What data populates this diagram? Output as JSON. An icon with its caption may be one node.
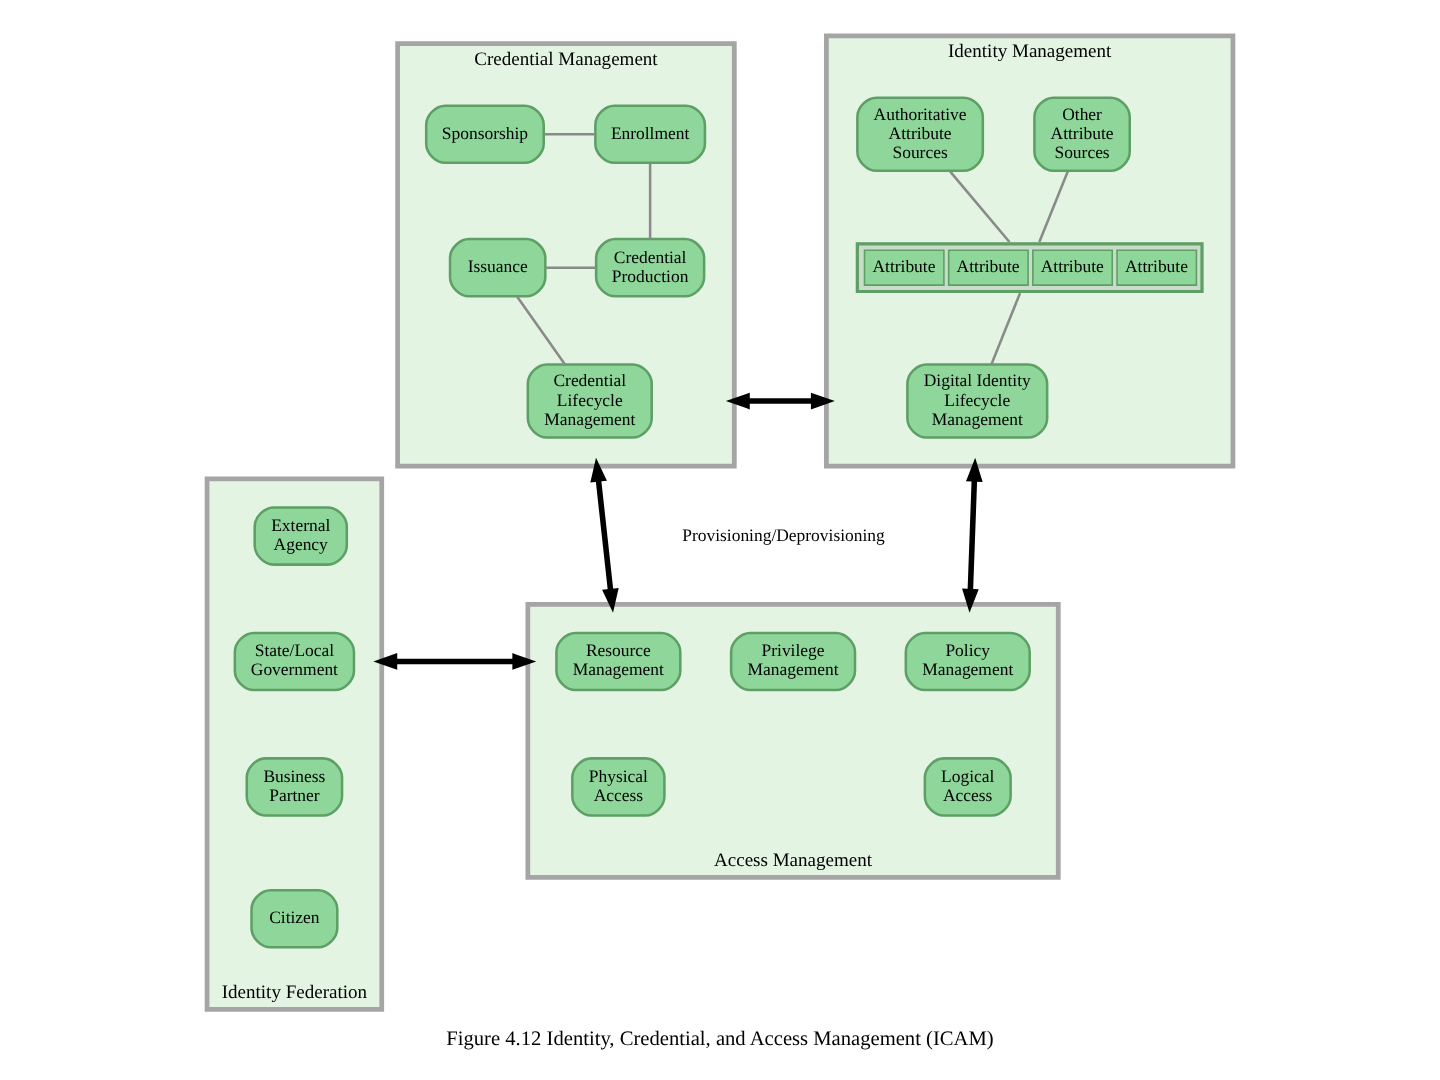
{
  "diagram": {
    "caption": "Figure 4.12 Identity, Credential, and Access Management (ICAM)",
    "nodes": [
      {
        "text": [
          "Credential Management"
        ]
      },
      {
        "text": [
          "Sponsorship"
        ],
        "in": 0
      },
      {
        "text": [
          "Enrollment"
        ],
        "in": 0
      },
      {
        "text": [
          "Issuance"
        ],
        "in": 0
      },
      {
        "text": [
          "Credential Production"
        ],
        "in": 0
      },
      {
        "text": [
          "Credential Lifecycle Management"
        ],
        "in": 0
      },
      {
        "text": [
          "Identity Management"
        ]
      },
      {
        "text": [
          "Authoritative Attribute Sources"
        ],
        "in": 6
      },
      {
        "text": [
          "Other Attribute Sources"
        ],
        "in": 6
      },
      {
        "text": [
          "Attribute",
          "Attribute",
          "Attribute",
          "Attribute"
        ],
        "in": 6
      },
      {
        "text": [
          "Digital Identity Lifecycle Management"
        ],
        "in": 6
      },
      {
        "text": [
          "Identity Federation"
        ]
      },
      {
        "text": [
          "External Agency"
        ],
        "in": 11
      },
      {
        "text": [
          "State/Local Government"
        ],
        "in": 11
      },
      {
        "text": [
          "Business Partner"
        ],
        "in": 11
      },
      {
        "text": [
          "Citizen"
        ],
        "in": 11
      },
      {
        "text": [
          "Access Management"
        ]
      },
      {
        "text": [
          "Resource Management"
        ],
        "in": 16
      },
      {
        "text": [
          "Privilege Management"
        ],
        "in": 16
      },
      {
        "text": [
          "Policy Management"
        ],
        "in": 16
      },
      {
        "text": [
          "Physical Access"
        ],
        "in": 16
      },
      {
        "text": [
          "Logical Access"
        ],
        "in": 16
      }
    ],
    "edges": [
      {
        "from": 0,
        "to": 6,
        "arrow": "both",
        "style": "thick",
        "color": "#000000"
      },
      {
        "from": 0,
        "to": 16,
        "arrow": "both",
        "style": "thick",
        "color": "#000000"
      },
      {
        "from": 6,
        "to": 16,
        "arrow": "both",
        "style": "thick",
        "color": "#000000"
      },
      {
        "from": 11,
        "to": 16,
        "arrow": "both",
        "style": "thick",
        "color": "#000000"
      },
      {
        "from": 1,
        "to": 2,
        "arrow": "none"
      },
      {
        "from": 2,
        "to": 4,
        "arrow": "none"
      },
      {
        "from": 3,
        "to": 4,
        "arrow": "none"
      },
      {
        "from": 3,
        "to": 5,
        "arrow": "none"
      },
      {
        "from": 7,
        "to": 9,
        "arrow": "none"
      },
      {
        "from": 8,
        "to": 9,
        "arrow": "none"
      },
      {
        "from": 9,
        "to": 10,
        "arrow": "none"
      }
    ],
    "labels": [
      "Provisioning/Deprovisioning"
    ]
  }
}
